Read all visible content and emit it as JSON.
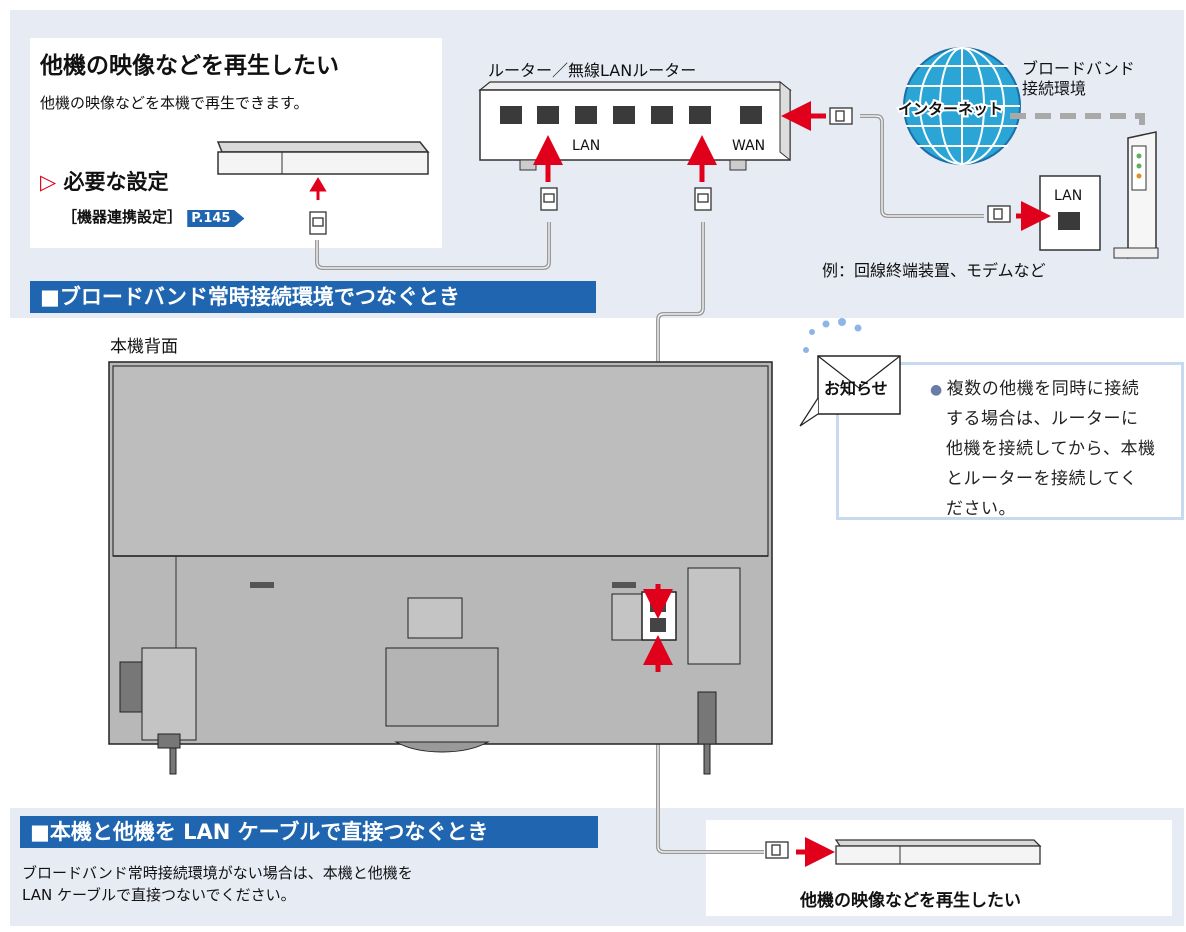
{
  "top_section": {
    "router_title": "ルーター／無線LANルーター",
    "lan_label": "LAN",
    "wan_label": "WAN",
    "broadband_title_line1": "ブロードバンド",
    "broadband_title_line2": "接続環境",
    "internet_label": "インターネット",
    "modem_lan_label": "LAN",
    "modem_example": "例：回線終端装置、モデムなど",
    "band_title": "■ブロードバンド常時接続環境でつなぐとき"
  },
  "playback_box": {
    "title": "他機の映像などを再生したい",
    "subtitle": "他機の映像などを本機で再生できます。",
    "required_label": "必要な設定",
    "setting_name": "［機器連携設定］",
    "page_ref": "P.145"
  },
  "tv": {
    "label": "本機背面"
  },
  "notice": {
    "badge": "お知らせ",
    "lines": [
      "複数の他機を同時に接続",
      "する場合は、ルーターに",
      "他機を接続してから、本機",
      "とルーターを接続してく",
      "ださい。"
    ]
  },
  "bottom_section": {
    "band_title": "■本機と他機を LAN ケーブルで直接つなぐとき",
    "desc_line1": "ブロードバンド常時接続環境がない場合は、本機と他機を",
    "desc_line2": "LAN ケーブルで直接つないでください。",
    "device_caption": "他機の映像などを再生したい"
  },
  "colors": {
    "accent_blue": "#1f65b0",
    "panel_bg": "#e7ebf4",
    "arrow_red": "#e0001b",
    "tv_gray": "#b8b8b8",
    "cable_gray": "#9a9a9a"
  }
}
